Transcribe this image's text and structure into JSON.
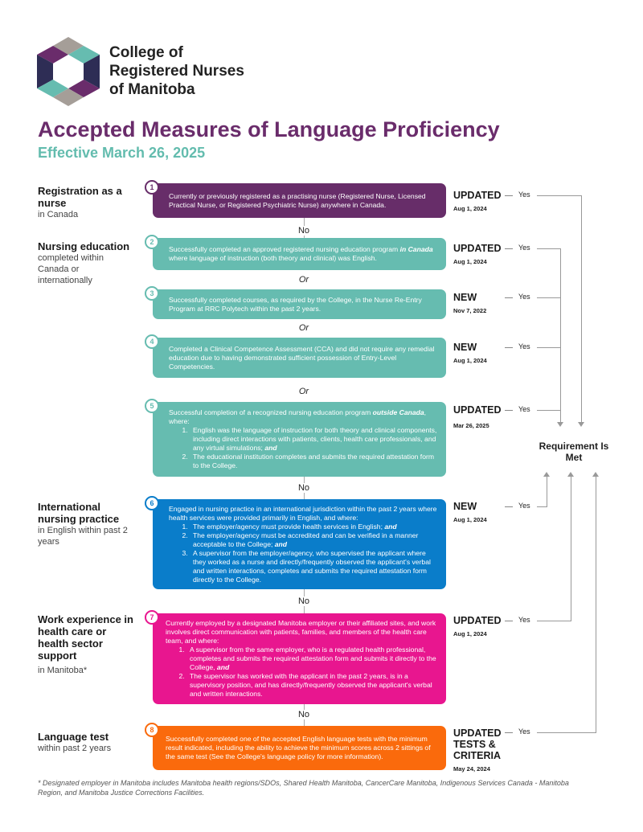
{
  "header": {
    "logo_lines": [
      "College of",
      "Registered Nurses",
      "of Manitoba"
    ],
    "title": "Accepted Measures of Language Proficiency",
    "subtitle": "Effective March 26, 2025"
  },
  "sections": [
    {
      "heading": "Registration as a nurse",
      "sub": "in Canada"
    },
    {
      "heading": "Nursing education",
      "sub": "completed within Canada or internationally"
    },
    {
      "heading": "International nursing practice",
      "sub": "in English within past 2 years"
    },
    {
      "heading": "Work experience in health care or health sector support",
      "sub": "in Manitoba*"
    },
    {
      "heading": "Language test",
      "sub": "within past 2 years"
    }
  ],
  "measures": [
    {
      "num": "1",
      "color": "#672d69",
      "text": "Currently or previously registered as a practising nurse (Registered Nurse, Licensed Practical Nurse, or Registered Psychiatric Nurse) anywhere in Canada.",
      "status": "UPDATED",
      "date": "Aug 1, 2024"
    },
    {
      "num": "2",
      "color": "#66bcb0",
      "text_a": "Successfully completed an approved registered nursing education program ",
      "text_em": "in Canada",
      "text_b": " where language of instruction (both theory and clinical) was English.",
      "status": "UPDATED",
      "date": "Aug 1, 2024"
    },
    {
      "num": "3",
      "color": "#66bcb0",
      "text": "Successfully completed courses, as required by the College, in the Nurse Re-Entry Program at RRC Polytech within the past 2 years.",
      "status": "NEW",
      "date": "Nov 7, 2022"
    },
    {
      "num": "4",
      "color": "#66bcb0",
      "text": "Completed a Clinical Competence Assessment (CCA) and did not require any remedial education due to having demonstrated sufficient possession of Entry-Level Competencies.",
      "status": "NEW",
      "date": "Aug 1, 2024"
    },
    {
      "num": "5",
      "color": "#66bcb0",
      "text_a": "Successful completion of a recognized nursing education program ",
      "text_em": "outside Canada",
      "text_b": ", where:",
      "items": [
        "English was the language of instruction for both theory and clinical components, including direct interactions with patients, clients, health care professionals, and any virtual simulations; ",
        "The educational institution completes and submits the required attestation form to the College."
      ],
      "and": "and",
      "status": "UPDATED",
      "date": "Mar 26, 2025"
    },
    {
      "num": "6",
      "color": "#0a7dca",
      "text": "Engaged in nursing practice in an international jurisdiction within the past 2 years where health services were provided primarily in English, and where:",
      "items": [
        "The employer/agency must provide health services in English; ",
        "The employer/agency must be accredited and can be verified in a manner acceptable to the College; ",
        "A supervisor from the employer/agency, who supervised the applicant where they worked as a nurse and directly/frequently observed the applicant's verbal and written interactions, completes and submits the required attestation form directly to the College."
      ],
      "and": "and",
      "status": "NEW",
      "date": "Aug 1, 2024"
    },
    {
      "num": "7",
      "color": "#e8168f",
      "text": "Currently employed by a designated Manitoba employer or their affiliated sites, and work involves direct communication with patients, families, and members of the health care team, and where:",
      "items": [
        "A supervisor from the same employer, who is a regulated health professional, completes and submits the required attestation form and submits it directly to the College, ",
        "The supervisor has worked with the applicant in the past 2 years, is in a supervisory position, and has directly/frequently observed the applicant's verbal and written interactions."
      ],
      "and": "and",
      "status": "UPDATED",
      "date": "Aug 1, 2024"
    },
    {
      "num": "8",
      "color": "#fa6a0c",
      "text": "Successfully completed one of the accepted English language tests with the minimum result indicated, including the ability to achieve the minimum scores across 2 sittings of the same test (See the College's language policy for more information).",
      "status": "UPDATED TESTS & CRITERIA",
      "date": "May 24, 2024"
    }
  ],
  "connectors": {
    "no": "No",
    "or": "Or",
    "yes": "Yes"
  },
  "result": "Requirement Is Met",
  "footnote": "* Designated employer in Manitoba includes Manitoba health regions/SDOs, Shared Health Manitoba, CancerCare Manitoba, Indigenous Services Canada - Manitoba Region, and Manitoba Justice Corrections Facilities."
}
